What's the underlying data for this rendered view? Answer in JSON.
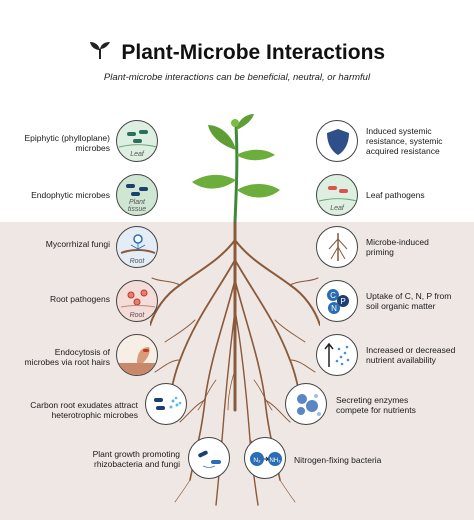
{
  "title": "Plant-Microbe Interactions",
  "subtitle": "Plant-microbe interactions can be beneficial, neutral, or harmful",
  "left_items": [
    {
      "label_lines": [
        "Epiphytic (phylloplane)",
        "microbes"
      ],
      "tag": "Leaf"
    },
    {
      "label_lines": [
        "Endophytic microbes"
      ],
      "tag_lines": [
        "Plant",
        "tissue"
      ]
    },
    {
      "label_lines": [
        "Mycorrhizal fungi"
      ],
      "tag": "Root"
    },
    {
      "label_lines": [
        "Root pathogens"
      ],
      "tag": "Root"
    },
    {
      "label_lines": [
        "Endocytosis of",
        "microbes via root hairs"
      ]
    },
    {
      "label_lines": [
        "Carbon root exudates attract",
        "heterotrophic microbes"
      ]
    },
    {
      "label_lines": [
        "Plant growth promoting",
        "rhizobacteria and fungi"
      ]
    }
  ],
  "right_items": [
    {
      "label_lines": [
        "Induced systemic",
        "resistance, systemic",
        "acquired resistance"
      ]
    },
    {
      "label_lines": [
        "Leaf pathogens"
      ],
      "tag": "Leaf"
    },
    {
      "label_lines": [
        "Microbe-induced",
        "priming"
      ]
    },
    {
      "label_lines": [
        "Uptake of C, N, P from",
        "soil organic matter"
      ],
      "glyphs": [
        "C",
        "N",
        "P"
      ]
    },
    {
      "label_lines": [
        "Increased or decreased",
        "nutrient availability"
      ]
    },
    {
      "label_lines": [
        "Secreting enzymes",
        "compete for nutrients"
      ]
    },
    {
      "label_lines": [
        "Nitrogen-fixing bacteria"
      ],
      "glyphs": [
        "N₂",
        "NH₃"
      ]
    }
  ],
  "colors": {
    "soil": "#efe7e4",
    "stem": "#3f8a3a",
    "leaf": "#6cae3c",
    "root": "#8a5a3a",
    "shield": "#2f4f88",
    "leaf_circle": "#d4ead6",
    "pathogen_circle": "#f3d9d9",
    "microbe_blue": "#2a6db3"
  }
}
